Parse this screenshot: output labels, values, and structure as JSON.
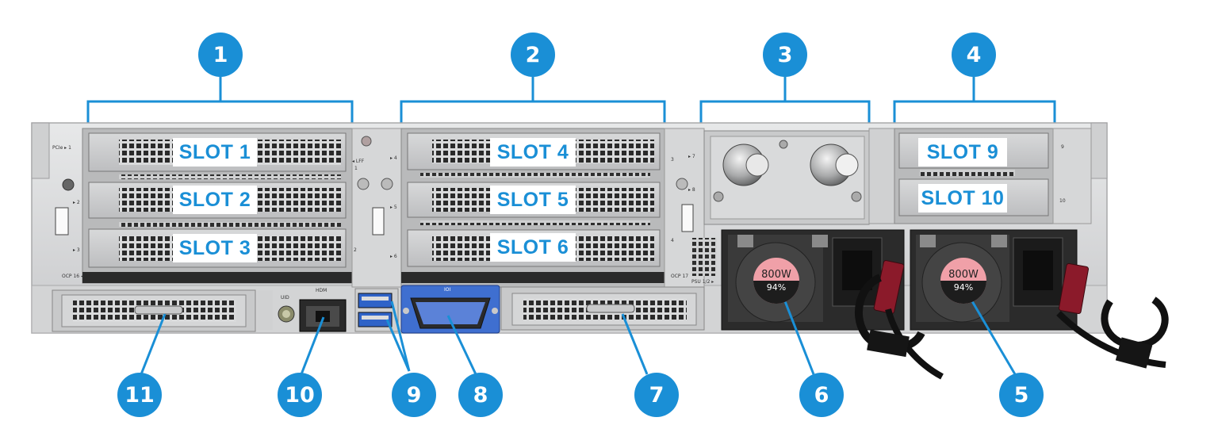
{
  "callouts": {
    "c1": "1",
    "c2": "2",
    "c3": "3",
    "c4": "4",
    "c5": "5",
    "c6": "6",
    "c7": "7",
    "c8": "8",
    "c9": "9",
    "c10": "10",
    "c11": "11"
  },
  "slots": {
    "s1": "SLOT 1",
    "s2": "SLOT 2",
    "s3": "SLOT 3",
    "s4": "SLOT 4",
    "s5": "SLOT 5",
    "s6": "SLOT 6",
    "s9": "SLOT 9",
    "s10": "SLOT 10"
  },
  "chassis_labels": {
    "pcie1": "PCIe ▸ 1",
    "r2": "▸ 2",
    "r3": "▸ 3",
    "ocp16": "OCP 16 ◂",
    "lff": "◂ LFF",
    "lff_num": "1",
    "r4": "▸ 4",
    "r5": "▸ 5",
    "r6": "▸ 6",
    "num2": "2",
    "num3": "3",
    "r7": "▸ 7",
    "r8": "▸ 8",
    "num4": "4",
    "r9": "9",
    "r10": "10",
    "ocp17": "OCP 17",
    "psu": "PSU 1/2 ▸",
    "uid": "UID",
    "hdm": "HDM",
    "vga": "IOI"
  },
  "psu": {
    "watt1": "800W",
    "eff1": "94%",
    "watt2": "800W",
    "eff2": "94%"
  },
  "colors": {
    "accent": "#1a8fd6",
    "vga_blue": "#3f6fd0",
    "usb_blue": "#2f63c8"
  }
}
